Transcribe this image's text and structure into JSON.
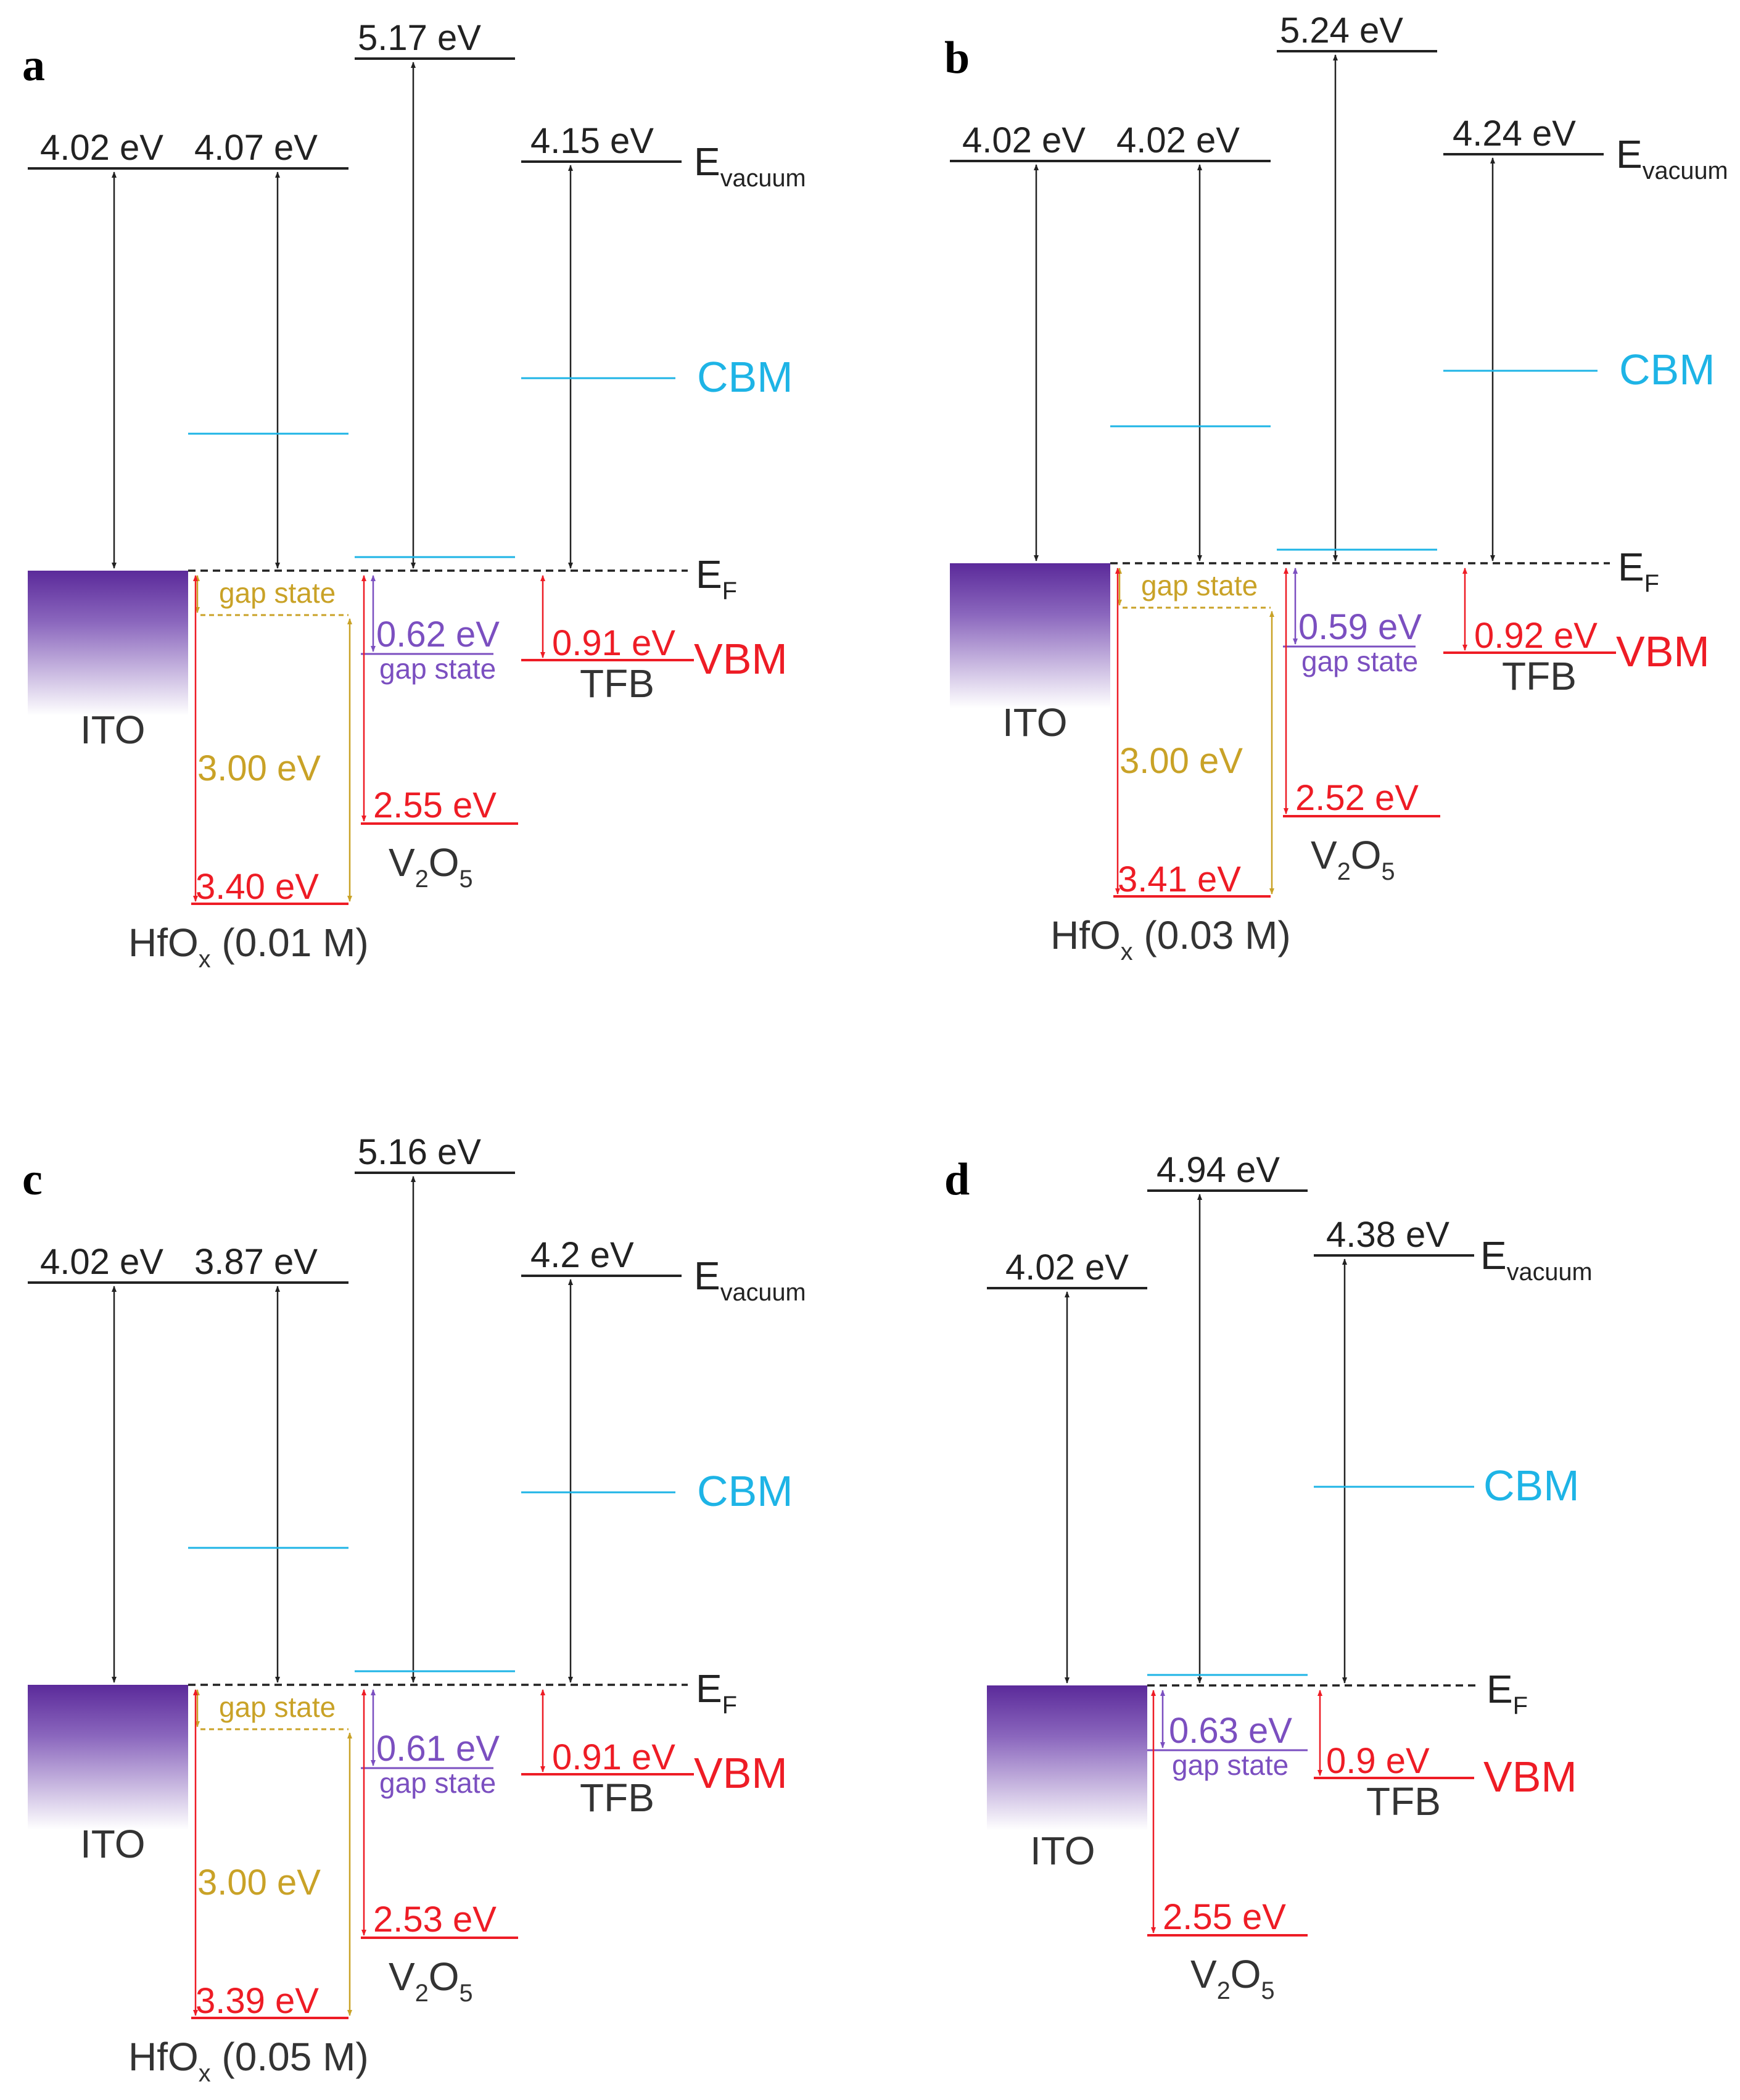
{
  "colors": {
    "black": "#222222",
    "cbm": "#1eb4e6",
    "vbm": "#ee1c25",
    "gap_gold": "#c9a227",
    "gap_purple": "#7b4fc0",
    "ito_top": "#5b2a9a"
  },
  "common": {
    "evac_prefix": "E",
    "evac_sub": "vacuum",
    "ef_prefix": "E",
    "ef_sub": "F",
    "cbm": "CBM",
    "vbm": "VBM",
    "ito": "ITO",
    "tfb": "TFB",
    "gap_state": "gap state",
    "v2o5": [
      "V",
      "2",
      "O",
      "5"
    ],
    "hfo_pre": "HfO",
    "hfo_sub": "x"
  },
  "panels": [
    {
      "letter": "a",
      "ito_wf": "4.02 eV",
      "hfo_wf": "4.07 eV",
      "v2o5_wf": "5.17 eV",
      "tfb_wf": "4.15 eV",
      "hfo_gap": "3.00 eV",
      "hfo_vbm": "3.40 eV",
      "v2o5_gap": "0.62 eV",
      "v2o5_vbm": "2.55 eV",
      "tfb_vbm": "0.91 eV",
      "hfo_conc": "(0.01 M)"
    },
    {
      "letter": "b",
      "ito_wf": "4.02 eV",
      "hfo_wf": "4.02 eV",
      "v2o5_wf": "5.24 eV",
      "tfb_wf": "4.24 eV",
      "hfo_gap": "3.00 eV",
      "hfo_vbm": "3.41 eV",
      "v2o5_gap": "0.59 eV",
      "v2o5_vbm": "2.52 eV",
      "tfb_vbm": "0.92 eV",
      "hfo_conc": "(0.03 M)"
    },
    {
      "letter": "c",
      "ito_wf": "4.02 eV",
      "hfo_wf": "3.87 eV",
      "v2o5_wf": "5.16 eV",
      "tfb_wf": "4.2 eV",
      "hfo_gap": "3.00 eV",
      "hfo_vbm": "3.39 eV",
      "v2o5_gap": "0.61 eV",
      "v2o5_vbm": "2.53 eV",
      "tfb_vbm": "0.91 eV",
      "hfo_conc": "(0.05 M)"
    },
    {
      "letter": "d",
      "ito_wf": "4.02 eV",
      "v2o5_wf": "4.94 eV",
      "tfb_wf": "4.38 eV",
      "v2o5_gap": "0.63 eV",
      "v2o5_vbm": "2.55 eV",
      "tfb_vbm": "0.9 eV"
    }
  ]
}
